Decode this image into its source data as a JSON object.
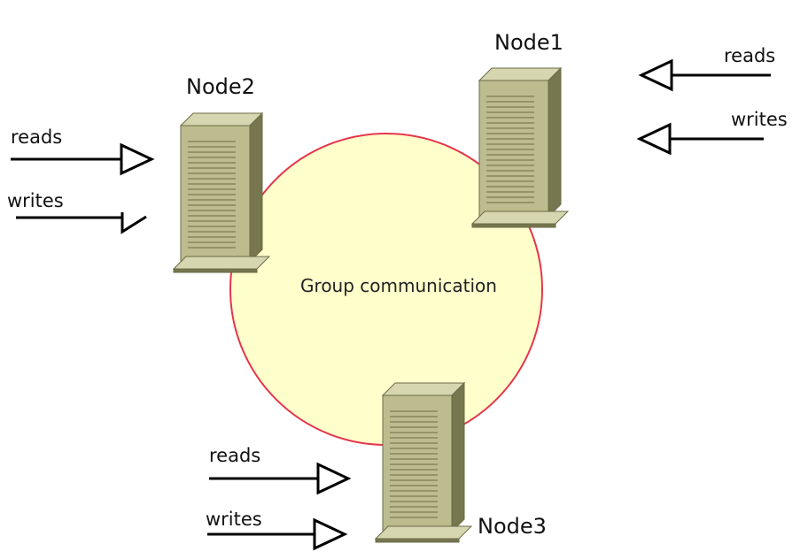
{
  "diagram": {
    "center_label": "Group communication",
    "colors": {
      "circle_fill": "#ffffcc",
      "circle_stroke": "#e5364c",
      "server_front": "#bcbc8e",
      "server_side": "#76764f",
      "server_top": "#d6d6b0",
      "server_line": "#6b6b47",
      "arrow": "#000000"
    },
    "nodes": [
      {
        "id": "node1",
        "label": "Node1",
        "io": [
          {
            "label": "reads",
            "direction": "outgoing"
          },
          {
            "label": "writes",
            "direction": "outgoing"
          }
        ]
      },
      {
        "id": "node2",
        "label": "Node2",
        "io": [
          {
            "label": "reads",
            "direction": "incoming"
          },
          {
            "label": "writes",
            "direction": "incoming"
          }
        ]
      },
      {
        "id": "node3",
        "label": "Node3",
        "io": [
          {
            "label": "reads",
            "direction": "incoming"
          },
          {
            "label": "writes",
            "direction": "incoming"
          }
        ]
      }
    ],
    "icons": [
      "server-icon",
      "arrow-icon"
    ]
  }
}
